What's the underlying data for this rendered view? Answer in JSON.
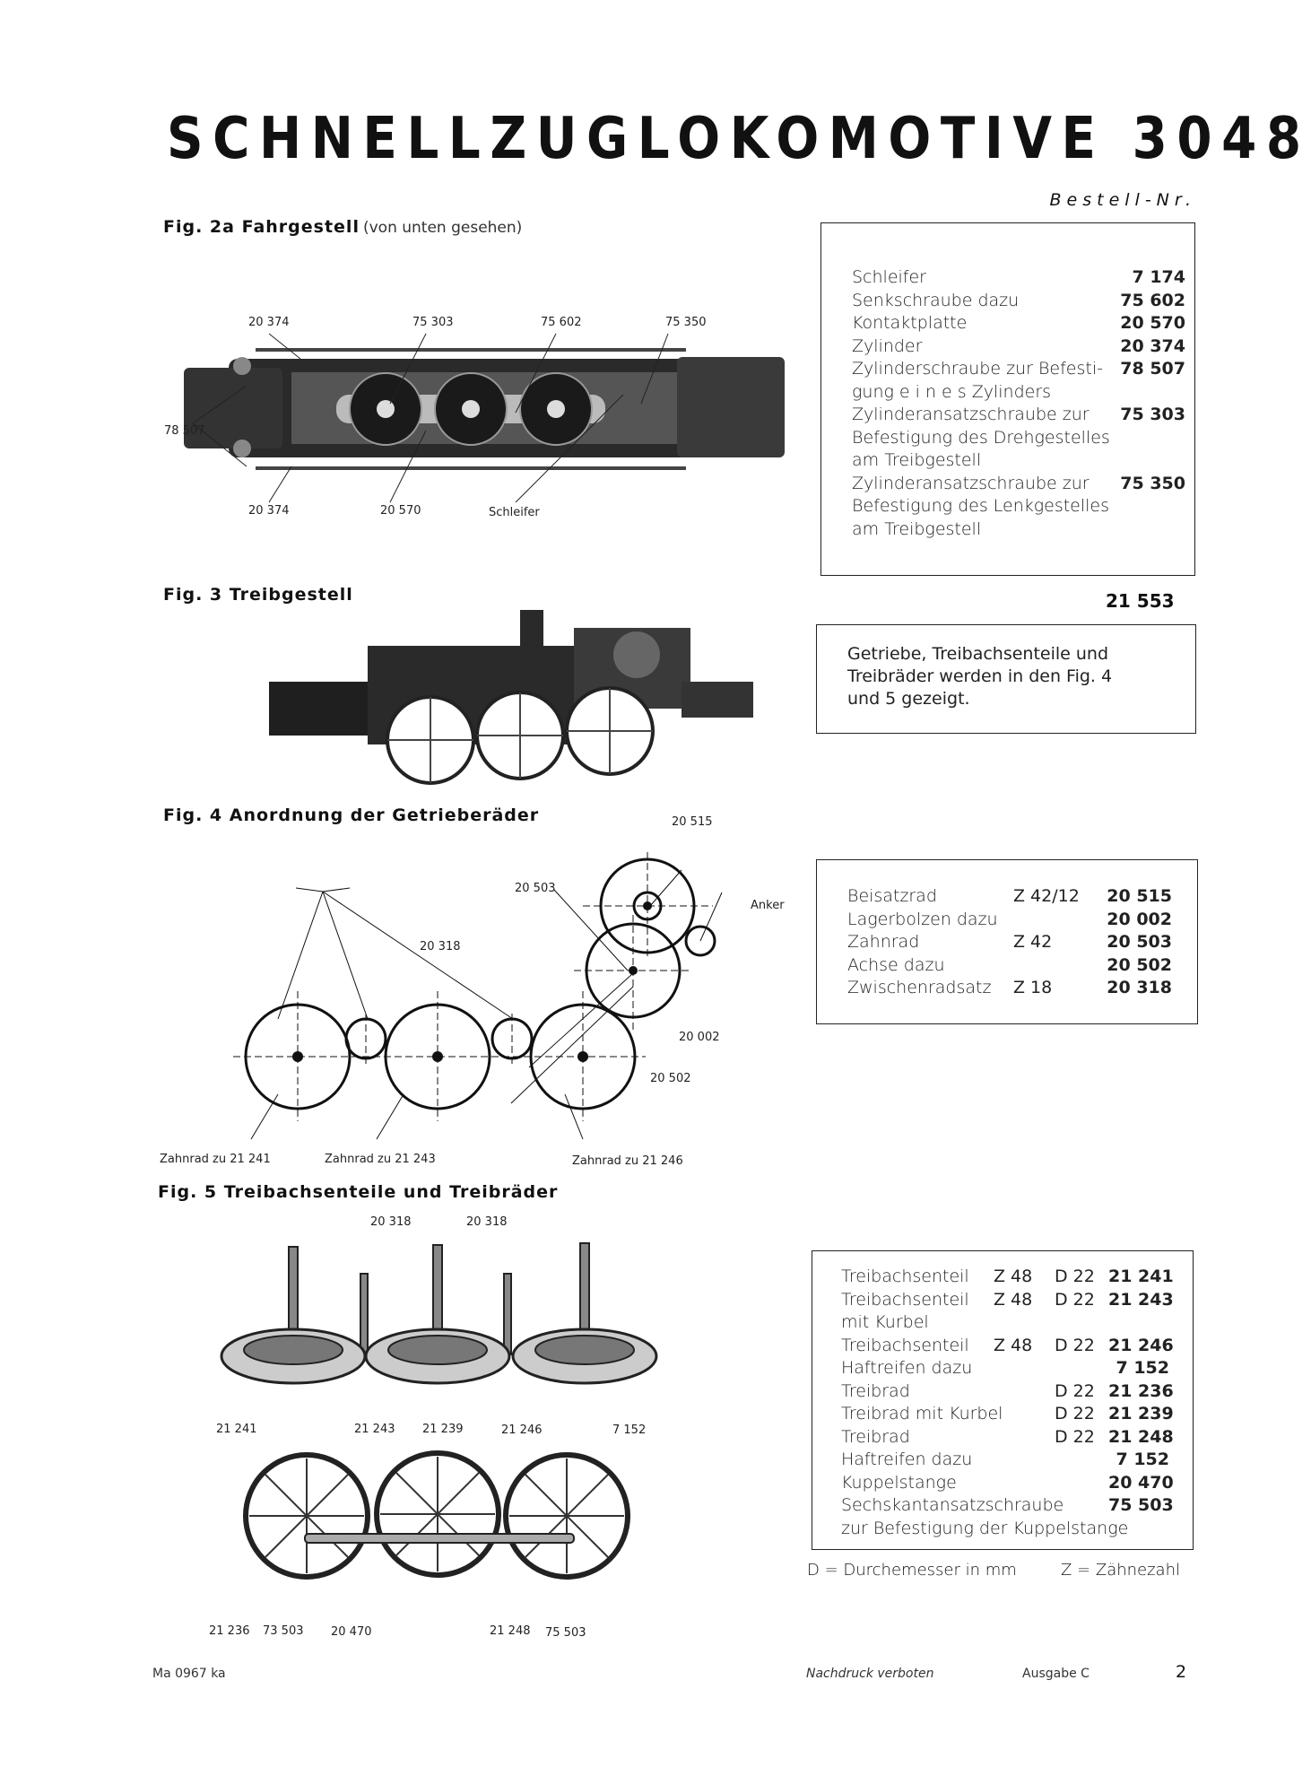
{
  "header": {
    "title": "SCHNELLZUGLOKOMOTIVE 3048",
    "bestell": "Bestell-Nr."
  },
  "fig2a": {
    "label": "Fig. 2a Fahrgestell",
    "sublabel": "(von unten gesehen)",
    "callouts": [
      "20 374",
      "75 303",
      "75 602",
      "75 350",
      "78 507",
      "20 374",
      "20 570",
      "Schleifer"
    ],
    "parts": [
      {
        "text": "Schleifer",
        "num": "7 174"
      },
      {
        "text": "Senkschraube dazu",
        "num": "75 602"
      },
      {
        "text": "Kontaktplatte",
        "num": "20 570"
      },
      {
        "text": "Zylinder",
        "num": "20 374"
      },
      {
        "text": "Zylinderschraube zur Befesti-",
        "num": "78 507"
      },
      {
        "text": "gung e i n e s Zylinders",
        "num": ""
      },
      {
        "text": "Zylinderansatzschraube zur",
        "num": "75 303"
      },
      {
        "text": "Befestigung des Drehgestelles",
        "num": ""
      },
      {
        "text": "am Treibgestell",
        "num": ""
      },
      {
        "text": "Zylinderansatzschraube zur",
        "num": "75 350"
      },
      {
        "text": "Befestigung des Lenkgestelles",
        "num": ""
      },
      {
        "text": "am Treibgestell",
        "num": ""
      }
    ]
  },
  "fig3": {
    "label": "Fig. 3 Treibgestell",
    "number": "21 553",
    "note": [
      "Getriebe, Treibachsenteile und",
      "Treibräder werden in den Fig. 4",
      "und 5 gezeigt."
    ]
  },
  "fig4": {
    "label": "Fig. 4 Anordnung der Getrieberäder",
    "callouts": [
      "20 515",
      "20 503",
      "Anker",
      "20 318",
      "20 002",
      "20 502",
      "Zahnrad zu 21 241",
      "Zahnrad zu 21 243",
      "Zahnrad zu 21 246"
    ],
    "parts": [
      {
        "text": "Beisatzrad",
        "z": "Z 42/12",
        "num": "20 515"
      },
      {
        "text": "Lagerbolzen dazu",
        "z": "",
        "num": "20 002"
      },
      {
        "text": "Zahnrad",
        "z": "Z 42",
        "num": "20 503"
      },
      {
        "text": "Achse dazu",
        "z": "",
        "num": "20 502"
      },
      {
        "text": "Zwischenradsatz",
        "z": "Z 18",
        "num": "20 318"
      }
    ]
  },
  "fig5": {
    "label": "Fig. 5 Treibachsenteile und Treibräder",
    "callouts_top": [
      "20 318",
      "20 318"
    ],
    "callouts_mid": [
      "21 241",
      "21 243",
      "21 239",
      "21 246",
      "7 152"
    ],
    "callouts_bot": [
      "21 236",
      "73 503",
      "20 470",
      "21 248",
      "75 503"
    ],
    "parts": [
      {
        "text": "Treibachsenteil",
        "z": "Z 48",
        "d": "D 22",
        "num": "21 241"
      },
      {
        "text": "Treibachsenteil",
        "z": "Z 48",
        "d": "D 22",
        "num": "21 243"
      },
      {
        "text": "mit Kurbel",
        "z": "",
        "d": "",
        "num": ""
      },
      {
        "text": "Treibachsenteil",
        "z": "Z 48",
        "d": "D 22",
        "num": "21 246"
      },
      {
        "text": "Haftreifen dazu",
        "z": "",
        "d": "",
        "num": "7 152"
      },
      {
        "text": "Treibrad",
        "z": "",
        "d": "D 22",
        "num": "21 236"
      },
      {
        "text": "Treibrad mit Kurbel",
        "z": "",
        "d": "D 22",
        "num": "21 239"
      },
      {
        "text": "Treibrad",
        "z": "",
        "d": "D 22",
        "num": "21 248"
      },
      {
        "text": "Haftreifen dazu",
        "z": "",
        "d": "",
        "num": "7 152"
      },
      {
        "text": "Kuppelstange",
        "z": "",
        "d": "",
        "num": "20 470"
      },
      {
        "text": "Sechskantansatzschraube",
        "z": "",
        "d": "",
        "num": "75 503"
      },
      {
        "text": "zur Befestigung der Kuppelstange",
        "z": "",
        "d": "",
        "num": ""
      }
    ],
    "legend_d": "D = Durchemesser in mm",
    "legend_z": "Z = Zähnezahl"
  },
  "footer": {
    "code": "Ma 0967 ka",
    "notice": "Nachdruck verboten",
    "edition": "Ausgabe C",
    "page": "2"
  }
}
